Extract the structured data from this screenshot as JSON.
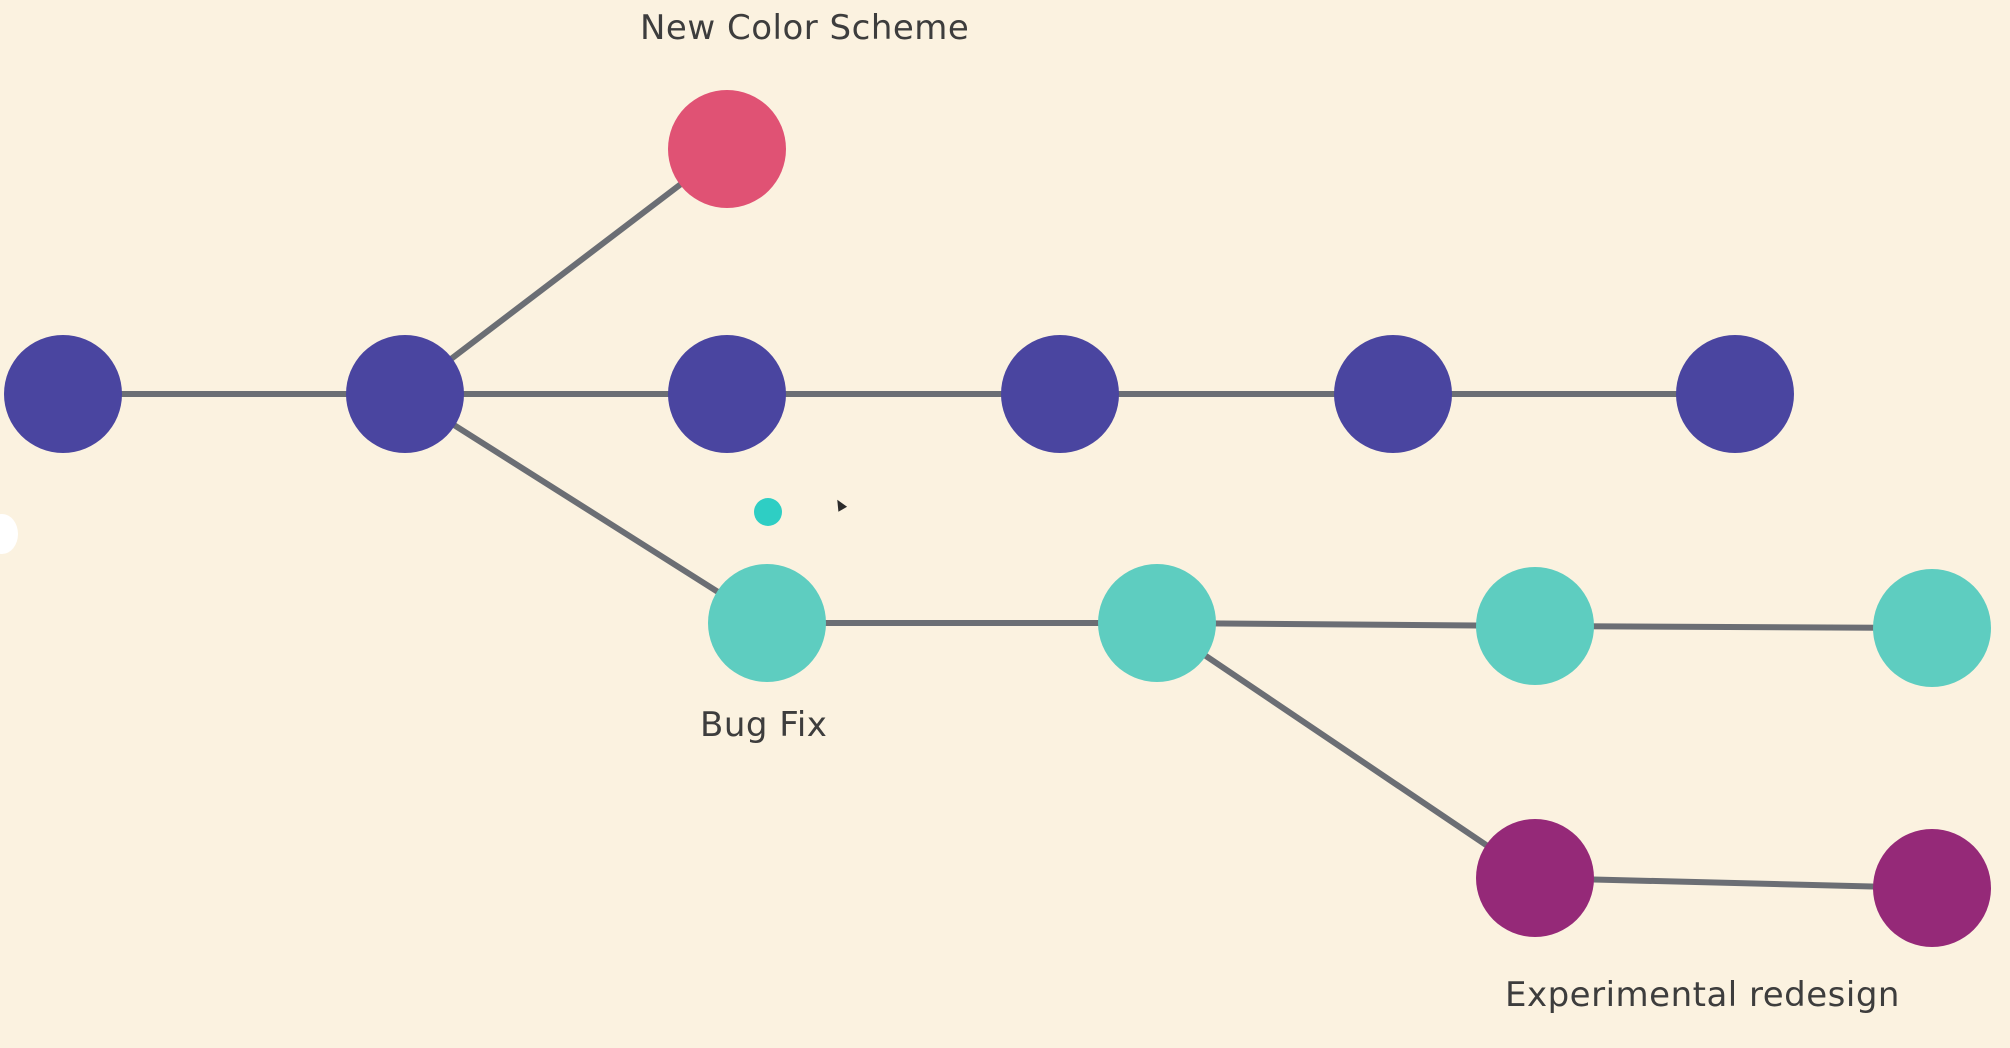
{
  "diagram": {
    "labels": {
      "new_color_scheme": "New Color Scheme",
      "bug_fix": "Bug Fix",
      "experimental_redesign": "Experimental redesign"
    },
    "colors": {
      "background": "#fbf2e0",
      "main": "#4a45a0",
      "new_color_scheme": "#e05274",
      "bug_fix": "#5ecdc0",
      "experimental_redesign": "#952978",
      "connector": "#6b6e74",
      "pointer_dot": "#2ecec4"
    },
    "branches": [
      {
        "id": "main",
        "commits": 6
      },
      {
        "id": "new_color_scheme",
        "commits": 1
      },
      {
        "id": "bug_fix",
        "commits": 4
      },
      {
        "id": "experimental_redesign",
        "commits": 2
      }
    ]
  }
}
